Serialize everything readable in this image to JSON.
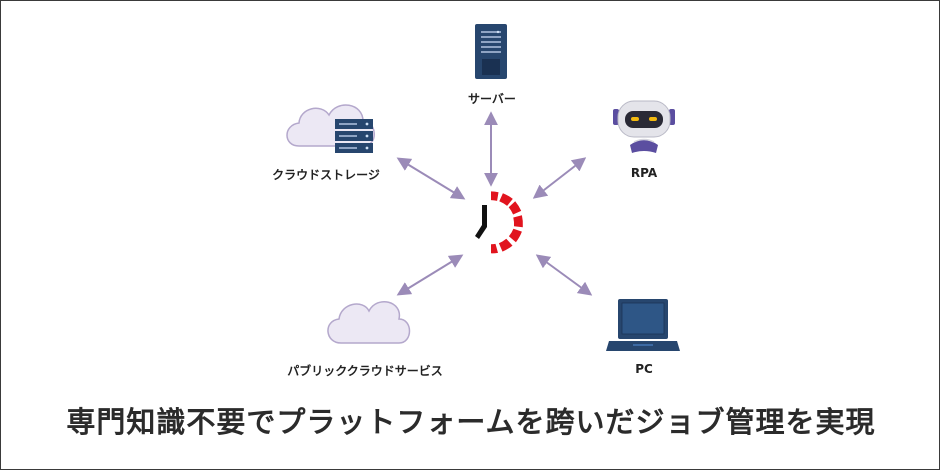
{
  "nodes": {
    "server": {
      "label": "サーバー",
      "icon": "server-icon"
    },
    "rpa": {
      "label": "RPA",
      "icon": "robot-icon"
    },
    "cloud_storage": {
      "label": "クラウドストレージ",
      "icon": "cloud-storage-icon"
    },
    "public_cloud": {
      "label": "パブリッククラウドサービス",
      "icon": "cloud-icon"
    },
    "pc": {
      "label": "PC",
      "icon": "laptop-icon"
    },
    "center": {
      "icon": "job-scheduler-logo"
    }
  },
  "caption": "専門知識不要でプラットフォームを跨いだジョブ管理を実現",
  "colors": {
    "arrow": "#9b8bb8",
    "server": "#27466e",
    "laptop": "#27466e",
    "cloud": "#ece8f4",
    "cloud_outline": "#b4a8cc",
    "logo_red": "#e1141e",
    "logo_hand": "#111111"
  }
}
